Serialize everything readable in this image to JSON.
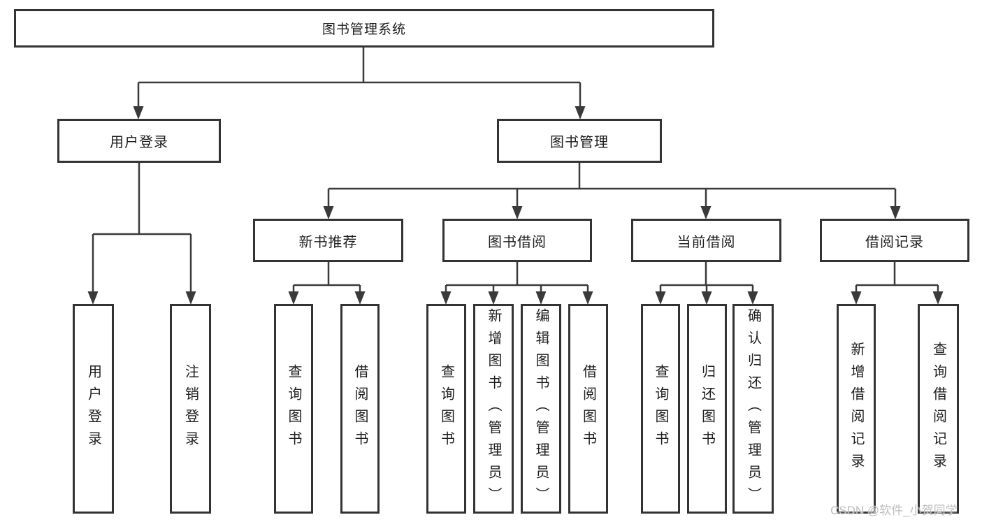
{
  "colors": {
    "line": "#3a3a3a",
    "box_border": "#333333",
    "text": "#1e1e1e",
    "watermark": "#bdbdbd",
    "background": "#ffffff"
  },
  "watermark": {
    "text": "CSDN @软件_小贺同学"
  },
  "tree": {
    "root": {
      "label": "图书管理系统",
      "children": [
        {
          "label": "用户登录",
          "children": [
            {
              "label": "用户登录"
            },
            {
              "label": "注销登录"
            }
          ]
        },
        {
          "label": "图书管理",
          "children": [
            {
              "label": "新书推荐",
              "children": [
                {
                  "label": "查询图书"
                },
                {
                  "label": "借阅图书"
                }
              ]
            },
            {
              "label": "图书借阅",
              "children": [
                {
                  "label": "查询图书"
                },
                {
                  "label": "新增图书（管理员）"
                },
                {
                  "label": "编辑图书（管理员）"
                },
                {
                  "label": "借阅图书"
                }
              ]
            },
            {
              "label": "当前借阅",
              "children": [
                {
                  "label": "查询图书"
                },
                {
                  "label": "归还图书"
                },
                {
                  "label": "确认归还（管理员）"
                }
              ]
            },
            {
              "label": "借阅记录",
              "children": [
                {
                  "label": "新增借阅记录"
                },
                {
                  "label": "查询借阅记录"
                }
              ]
            }
          ]
        }
      ]
    }
  }
}
